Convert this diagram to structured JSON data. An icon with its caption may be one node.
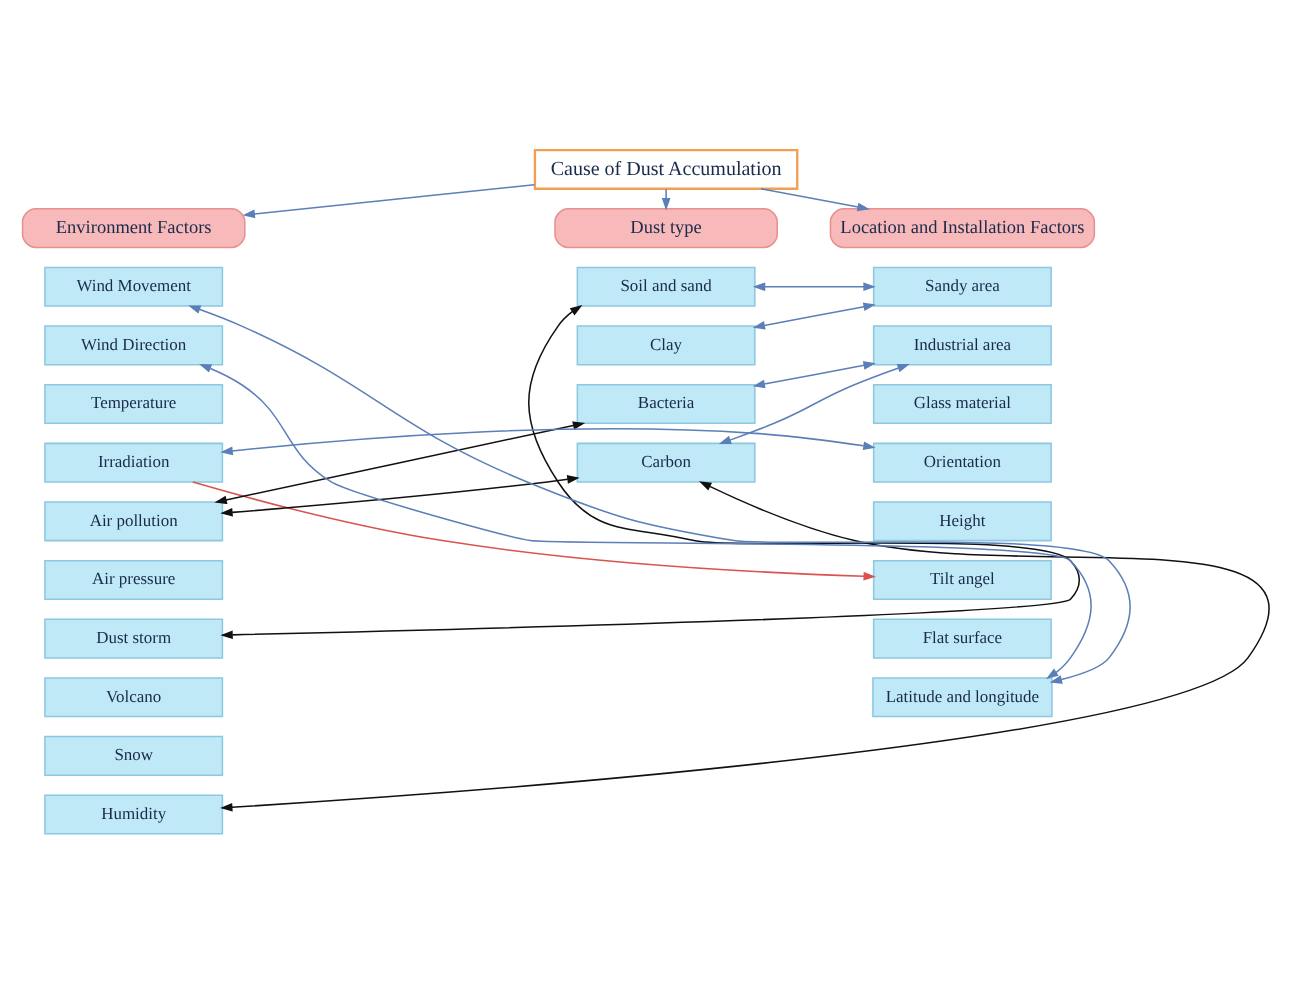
{
  "diagram": {
    "nodes": [
      {
        "text": [
          "Cause of Dust Accumulation"
        ]
      },
      {
        "text": [
          "Environment Factors"
        ]
      },
      {
        "text": [
          "Dust type"
        ]
      },
      {
        "text": [
          "Location and Installation Factors"
        ]
      },
      {
        "text": [
          "Wind Movement"
        ]
      },
      {
        "text": [
          "Wind Direction"
        ]
      },
      {
        "text": [
          "Temperature"
        ]
      },
      {
        "text": [
          "Irradiation"
        ]
      },
      {
        "text": [
          "Air pollution"
        ]
      },
      {
        "text": [
          "Air pressure"
        ]
      },
      {
        "text": [
          "Dust storm"
        ]
      },
      {
        "text": [
          "Volcano"
        ]
      },
      {
        "text": [
          "Snow"
        ]
      },
      {
        "text": [
          "Humidity"
        ]
      },
      {
        "text": [
          "Soil and sand"
        ]
      },
      {
        "text": [
          "Clay"
        ]
      },
      {
        "text": [
          "Bacteria"
        ]
      },
      {
        "text": [
          "Carbon"
        ]
      },
      {
        "text": [
          "Sandy area"
        ]
      },
      {
        "text": [
          "Industrial area"
        ]
      },
      {
        "text": [
          "Glass material"
        ]
      },
      {
        "text": [
          "Orientation"
        ]
      },
      {
        "text": [
          "Height"
        ]
      },
      {
        "text": [
          "Tilt angel"
        ]
      },
      {
        "text": [
          "Flat surface"
        ]
      },
      {
        "text": [
          "Latitude and longitude"
        ]
      }
    ],
    "edges": [
      {
        "from": 0,
        "to": 1,
        "arrow": "to"
      },
      {
        "from": 0,
        "to": 2,
        "arrow": "to"
      },
      {
        "from": 0,
        "to": 3,
        "arrow": "to"
      },
      {
        "from": 10,
        "to": 14,
        "arrow": "both",
        "color": "#111111"
      },
      {
        "from": 8,
        "to": 16,
        "arrow": "both",
        "color": "#111111"
      },
      {
        "from": 8,
        "to": 17,
        "arrow": "both",
        "color": "#111111"
      },
      {
        "from": 13,
        "to": 17,
        "arrow": "both",
        "color": "#111111"
      },
      {
        "from": 18,
        "to": 14,
        "arrow": "both"
      },
      {
        "from": 18,
        "to": 15,
        "arrow": "both"
      },
      {
        "from": 19,
        "to": 16,
        "arrow": "both"
      },
      {
        "from": 19,
        "to": 17,
        "arrow": "both"
      },
      {
        "from": 21,
        "to": 7,
        "arrow": "both"
      },
      {
        "from": 7,
        "to": 23,
        "arrow": "to",
        "color": "#d9534f"
      },
      {
        "from": 25,
        "to": 4,
        "arrow": "both"
      },
      {
        "from": 25,
        "to": 5,
        "arrow": "both"
      }
    ]
  }
}
